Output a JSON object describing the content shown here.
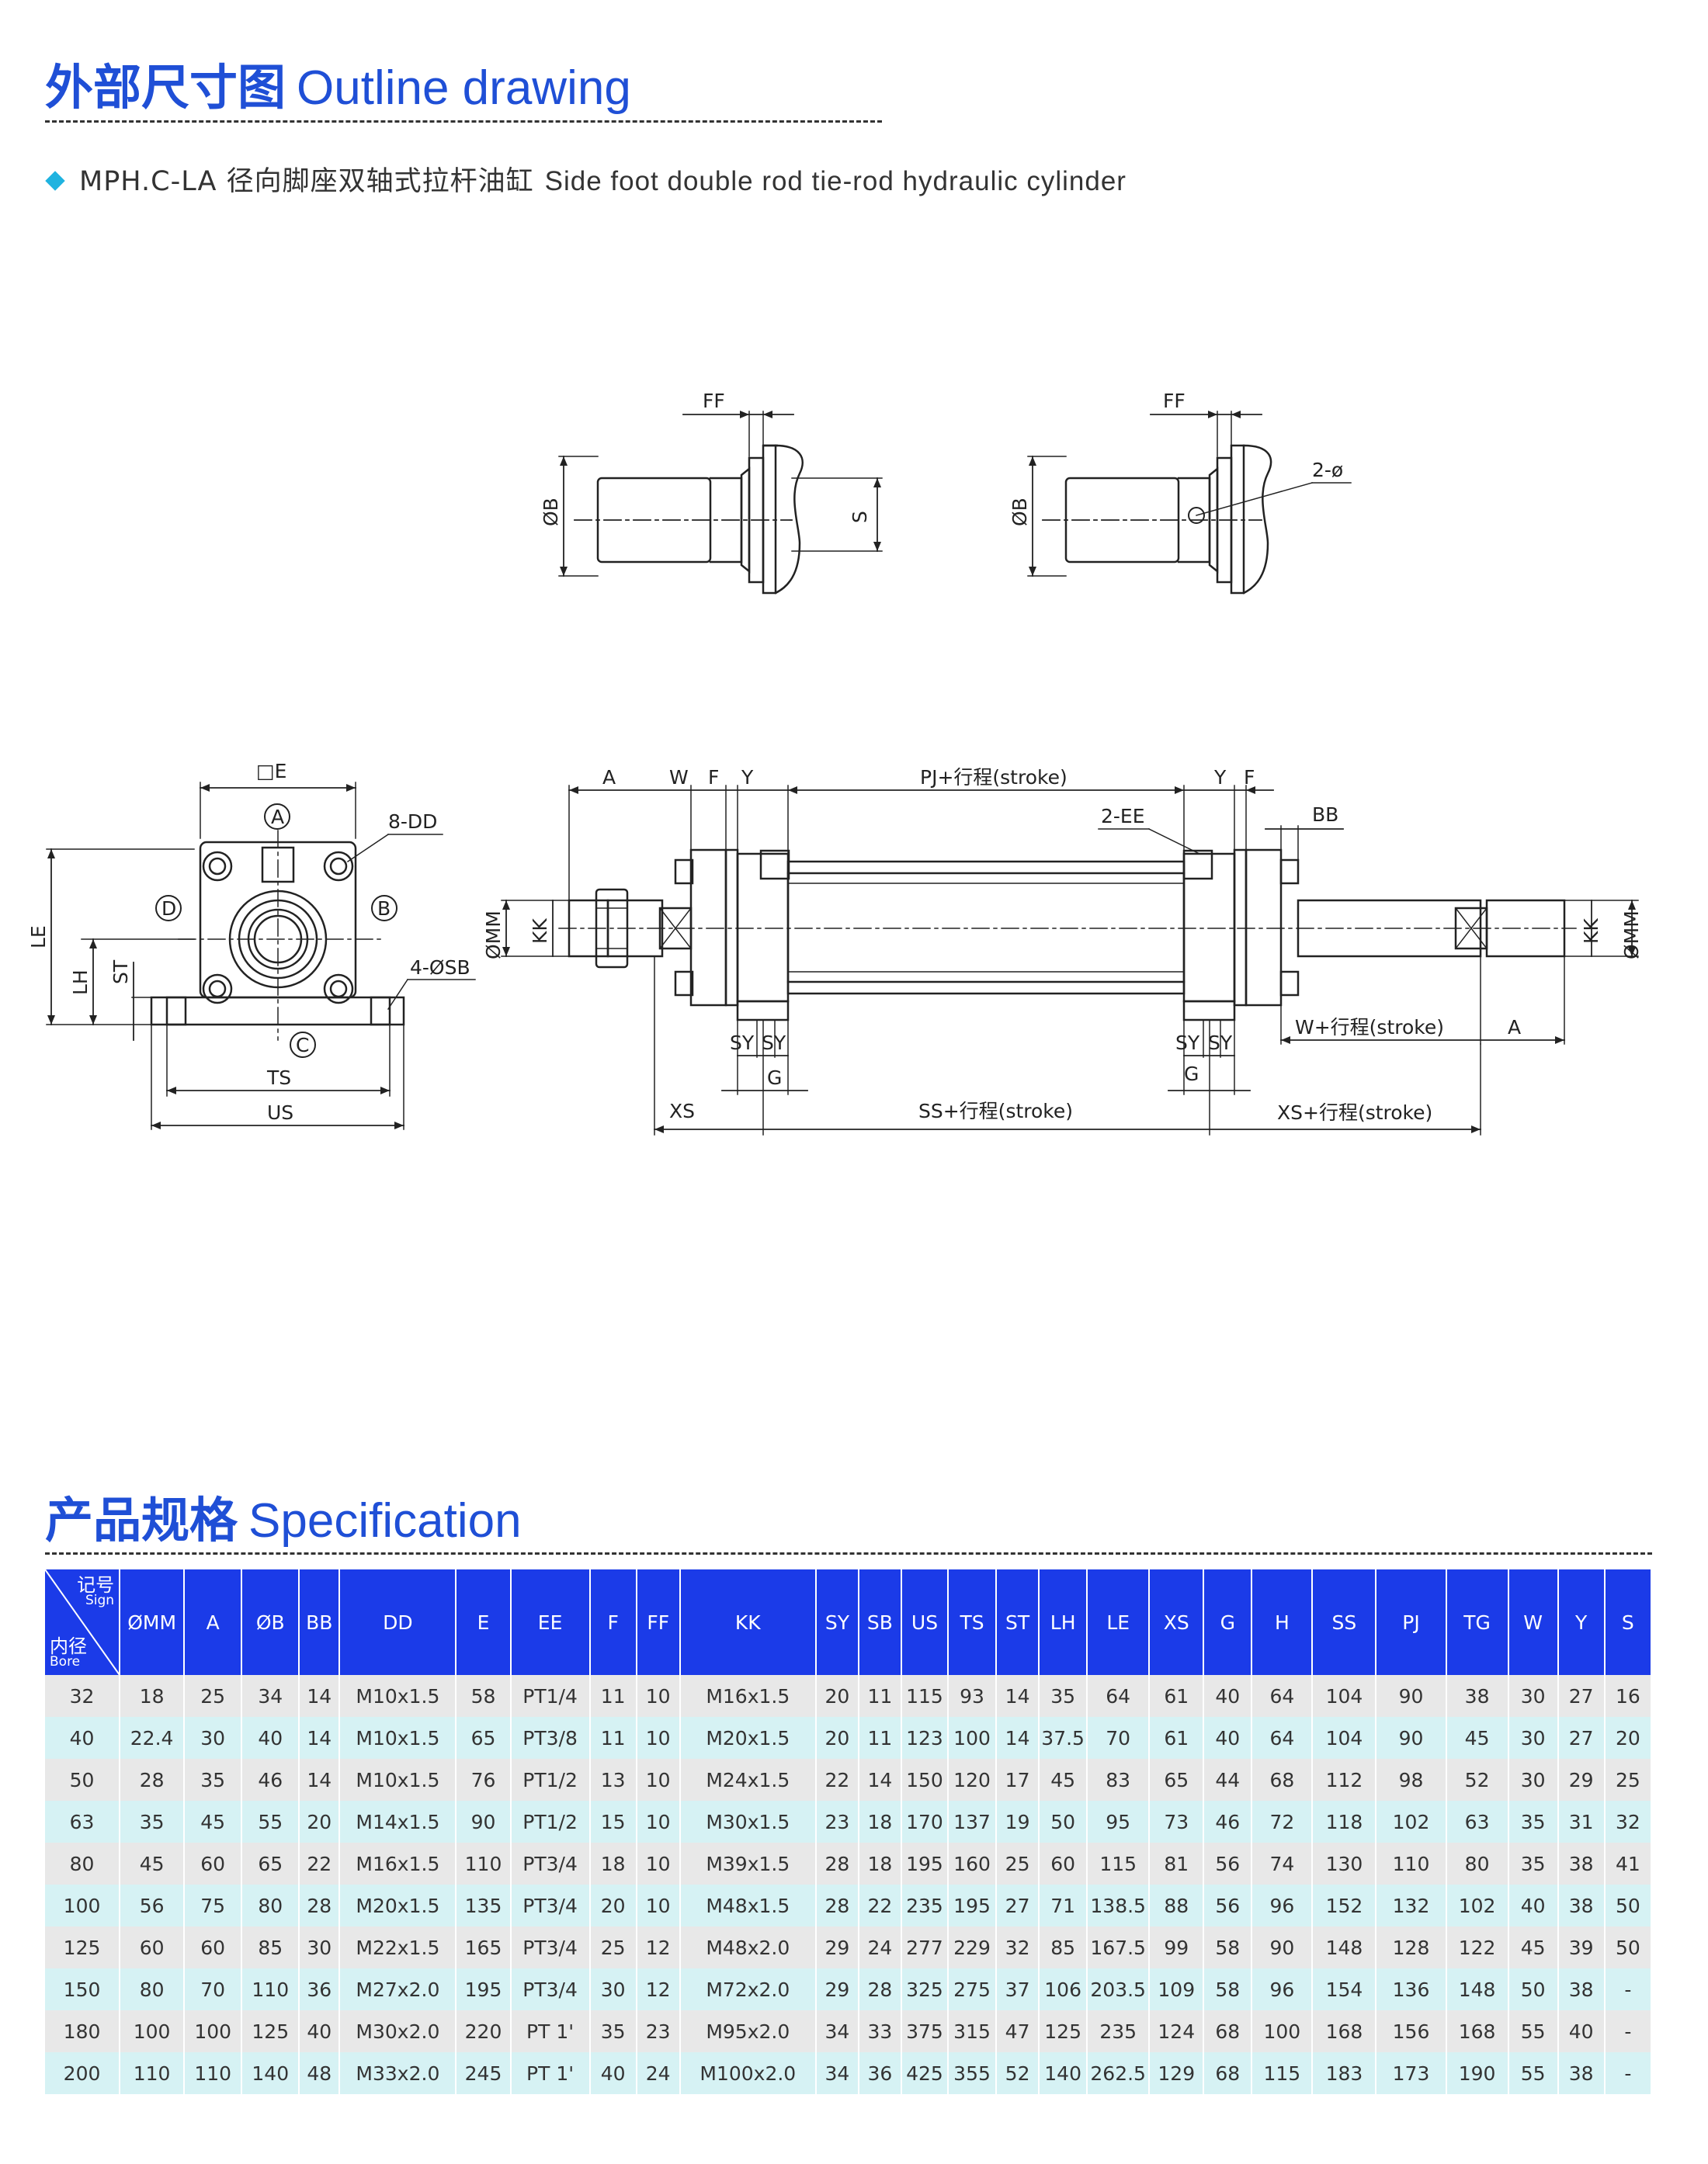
{
  "outline": {
    "title_cn": "外部尺寸图",
    "title_en": "Outline drawing",
    "model": "MPH.C-LA",
    "subtitle_cn": "径向脚座双轴式拉杆油缸",
    "subtitle_en": "Side foot double rod tie-rod hydraulic cylinder"
  },
  "drawing_labels": {
    "ff": "FF",
    "phib": "ØB",
    "s": "S",
    "two_phi": "2-ø",
    "e": "□E",
    "circle_a": "A",
    "circle_b": "B",
    "circle_c": "C",
    "circle_d": "D",
    "dd": "8-DD",
    "sb": "4-ØSB",
    "le": "LE",
    "lh": "LH",
    "st": "ST",
    "ts": "TS",
    "us": "US",
    "a": "A",
    "w": "W",
    "f": "F",
    "y": "Y",
    "pj": "PJ+行程(stroke)",
    "ee": "2-EE",
    "bb": "BB",
    "phimm": "ØMM",
    "kk": "KK",
    "sy": "SY",
    "g": "G",
    "xs": "XS",
    "ss": "SS+行程(stroke)",
    "xs_stroke": "XS+行程(stroke)",
    "w_stroke": "W+行程(stroke)"
  },
  "spec": {
    "title_cn": "产品规格",
    "title_en": "Specification",
    "corner_sign_cn": "记号",
    "corner_sign_en": "Sign",
    "corner_bore_cn": "内径",
    "corner_bore_en": "Bore",
    "columns": [
      "ØMM",
      "A",
      "ØB",
      "BB",
      "DD",
      "E",
      "EE",
      "F",
      "FF",
      "KK",
      "SY",
      "SB",
      "US",
      "TS",
      "ST",
      "LH",
      "LE",
      "XS",
      "G",
      "H",
      "SS",
      "PJ",
      "TG",
      "W",
      "Y",
      "S"
    ],
    "rows": [
      [
        "32",
        "18",
        "25",
        "34",
        "14",
        "M10x1.5",
        "58",
        "PT1/4",
        "11",
        "10",
        "M16x1.5",
        "20",
        "11",
        "115",
        "93",
        "14",
        "35",
        "64",
        "61",
        "40",
        "64",
        "104",
        "90",
        "38",
        "30",
        "27",
        "16"
      ],
      [
        "40",
        "22.4",
        "30",
        "40",
        "14",
        "M10x1.5",
        "65",
        "PT3/8",
        "11",
        "10",
        "M20x1.5",
        "20",
        "11",
        "123",
        "100",
        "14",
        "37.5",
        "70",
        "61",
        "40",
        "64",
        "104",
        "90",
        "45",
        "30",
        "27",
        "20"
      ],
      [
        "50",
        "28",
        "35",
        "46",
        "14",
        "M10x1.5",
        "76",
        "PT1/2",
        "13",
        "10",
        "M24x1.5",
        "22",
        "14",
        "150",
        "120",
        "17",
        "45",
        "83",
        "65",
        "44",
        "68",
        "112",
        "98",
        "52",
        "30",
        "29",
        "25"
      ],
      [
        "63",
        "35",
        "45",
        "55",
        "20",
        "M14x1.5",
        "90",
        "PT1/2",
        "15",
        "10",
        "M30x1.5",
        "23",
        "18",
        "170",
        "137",
        "19",
        "50",
        "95",
        "73",
        "46",
        "72",
        "118",
        "102",
        "63",
        "35",
        "31",
        "32"
      ],
      [
        "80",
        "45",
        "60",
        "65",
        "22",
        "M16x1.5",
        "110",
        "PT3/4",
        "18",
        "10",
        "M39x1.5",
        "28",
        "18",
        "195",
        "160",
        "25",
        "60",
        "115",
        "81",
        "56",
        "74",
        "130",
        "110",
        "80",
        "35",
        "38",
        "41"
      ],
      [
        "100",
        "56",
        "75",
        "80",
        "28",
        "M20x1.5",
        "135",
        "PT3/4",
        "20",
        "10",
        "M48x1.5",
        "28",
        "22",
        "235",
        "195",
        "27",
        "71",
        "138.5",
        "88",
        "56",
        "96",
        "152",
        "132",
        "102",
        "40",
        "38",
        "50"
      ],
      [
        "125",
        "60",
        "60",
        "85",
        "30",
        "M22x1.5",
        "165",
        "PT3/4",
        "25",
        "12",
        "M48x2.0",
        "29",
        "24",
        "277",
        "229",
        "32",
        "85",
        "167.5",
        "99",
        "58",
        "90",
        "148",
        "128",
        "122",
        "45",
        "39",
        "50"
      ],
      [
        "150",
        "80",
        "70",
        "110",
        "36",
        "M27x2.0",
        "195",
        "PT3/4",
        "30",
        "12",
        "M72x2.0",
        "29",
        "28",
        "325",
        "275",
        "37",
        "106",
        "203.5",
        "109",
        "58",
        "96",
        "154",
        "136",
        "148",
        "50",
        "38",
        "-"
      ],
      [
        "180",
        "100",
        "100",
        "125",
        "40",
        "M30x2.0",
        "220",
        "PT 1'",
        "35",
        "23",
        "M95x2.0",
        "34",
        "33",
        "375",
        "315",
        "47",
        "125",
        "235",
        "124",
        "68",
        "100",
        "168",
        "156",
        "168",
        "55",
        "40",
        "-"
      ],
      [
        "200",
        "110",
        "110",
        "140",
        "48",
        "M33x2.0",
        "245",
        "PT 1'",
        "40",
        "24",
        "M100x2.0",
        "34",
        "36",
        "425",
        "355",
        "52",
        "140",
        "262.5",
        "129",
        "68",
        "115",
        "183",
        "173",
        "190",
        "55",
        "38",
        "-"
      ]
    ]
  }
}
